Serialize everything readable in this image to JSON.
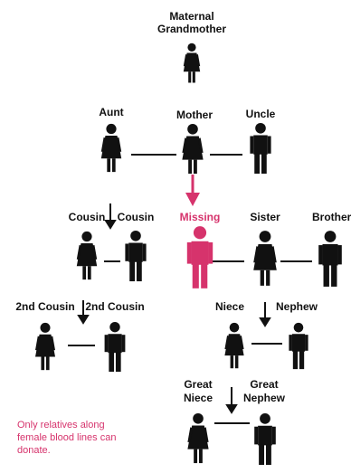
{
  "colors": {
    "default": "#111111",
    "highlight": "#d6336c"
  },
  "nodes": {
    "maternal_grandmother": {
      "label_lines": [
        "Maternal",
        "Grandmother"
      ],
      "gender": "female",
      "highlight": false
    },
    "aunt": {
      "label_lines": [
        "Aunt"
      ],
      "gender": "female",
      "highlight": false
    },
    "mother": {
      "label_lines": [
        "Mother"
      ],
      "gender": "female",
      "highlight": false
    },
    "uncle": {
      "label_lines": [
        "Uncle"
      ],
      "gender": "male",
      "highlight": false
    },
    "cousin_female": {
      "label_lines": [
        "Cousin"
      ],
      "gender": "female",
      "highlight": false
    },
    "cousin_male": {
      "label_lines": [
        "Cousin"
      ],
      "gender": "male",
      "highlight": false
    },
    "missing": {
      "label_lines": [
        "Missing"
      ],
      "gender": "male",
      "highlight": true
    },
    "sister": {
      "label_lines": [
        "Sister"
      ],
      "gender": "female",
      "highlight": false
    },
    "brother": {
      "label_lines": [
        "Brother"
      ],
      "gender": "male",
      "highlight": false
    },
    "second_cousin_female": {
      "label_lines": [
        "2nd Cousin"
      ],
      "gender": "female",
      "highlight": false
    },
    "second_cousin_male": {
      "label_lines": [
        "2nd Cousin"
      ],
      "gender": "male",
      "highlight": false
    },
    "niece": {
      "label_lines": [
        "Niece"
      ],
      "gender": "female",
      "highlight": false
    },
    "nephew": {
      "label_lines": [
        "Nephew"
      ],
      "gender": "male",
      "highlight": false
    },
    "great_niece": {
      "label_lines": [
        "Great",
        "Niece"
      ],
      "gender": "female",
      "highlight": false
    },
    "great_nephew": {
      "label_lines": [
        "Great",
        "Nephew"
      ],
      "gender": "male",
      "highlight": false
    }
  },
  "footnote_lines": [
    "Only relatives along",
    "female blood lines can",
    "donate."
  ]
}
